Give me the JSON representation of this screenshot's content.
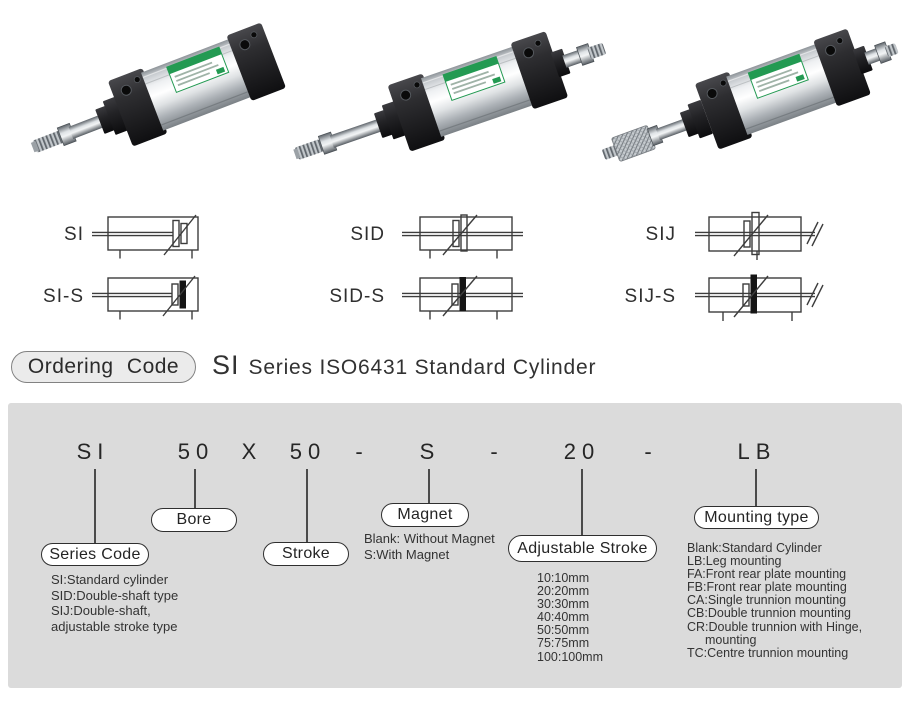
{
  "colors": {
    "panel_bg": "#dbdbdb",
    "label_green": "#239a52",
    "line_dark": "#3d3d3d",
    "cap_black": "#1a1a1c",
    "body_silver": "#d9dcdf"
  },
  "photos": [
    {
      "name": "SI standard cylinder, single rod"
    },
    {
      "name": "SID double-shaft cylinder"
    },
    {
      "name": "SIJ double-shaft cylinder with stroke adjuster"
    }
  ],
  "diagrams": [
    {
      "label": "SI"
    },
    {
      "label": "SID"
    },
    {
      "label": "SIJ"
    },
    {
      "label": "SI-S"
    },
    {
      "label": "SID-S"
    },
    {
      "label": "SIJ-S"
    }
  ],
  "header": {
    "badge": "Ordering Code",
    "title_prefix": "SI",
    "title_rest": "Series ISO6431 Standard Cylinder"
  },
  "ordering": {
    "code_parts": [
      "SI",
      "50",
      "X",
      "50",
      "-",
      "S",
      "-",
      "20",
      "-",
      "LB"
    ],
    "groups": {
      "series": {
        "label": "Series Code",
        "lines": [
          "SI:Standard cylinder",
          "SID:Double-shaft type",
          "SIJ:Double-shaft,",
          "adjustable stroke type"
        ]
      },
      "bore": {
        "label": "Bore"
      },
      "stroke": {
        "label": "Stroke"
      },
      "magnet": {
        "label": "Magnet",
        "lines": [
          "Blank: Without Magnet",
          "S:With Magnet"
        ]
      },
      "adjustable": {
        "label": "Adjustable Stroke",
        "lines": [
          "10:10mm",
          "20:20mm",
          "30:30mm",
          "40:40mm",
          "50:50mm",
          "75:75mm",
          "100:100mm"
        ]
      },
      "mounting": {
        "label": "Mounting type",
        "lines": [
          "Blank:Standard Cylinder",
          "LB:Leg mounting",
          "FA:Front rear plate mounting",
          "FB:Front rear plate mounting",
          "CA:Single trunnion mounting",
          "CB:Double trunnion mounting",
          "CR:Double trunnion with Hinge,",
          "mounting",
          "TC:Centre trunnion mounting"
        ]
      }
    }
  }
}
